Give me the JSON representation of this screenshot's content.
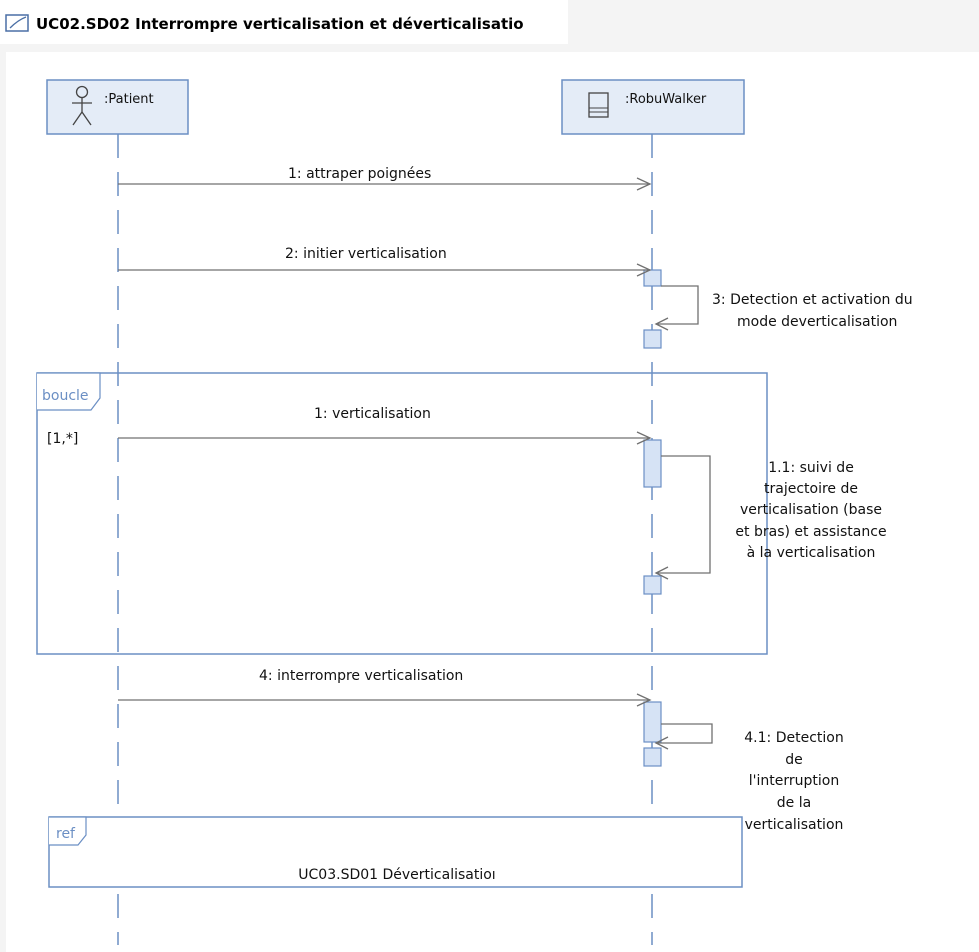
{
  "diagram_title": "UC02.SD02 Interrompre verticalisation et déverticalisatio",
  "lifelines": [
    {
      "name": ":Patient",
      "kind": "actor"
    },
    {
      "name": ":RobuWalker",
      "kind": "object"
    }
  ],
  "messages": {
    "m1": "1: attraper poignées",
    "m2": "2: initier verticalisation",
    "m3_line1": "3: Detection et activation du",
    "m3_line2": "mode deverticalisation",
    "loop_msg": "1: verticalisation",
    "self11_line1": "1.1: suivi de",
    "self11_line2": "trajectoire de",
    "self11_line3": "verticalisation  (base",
    "self11_line4": "et bras) et assistance",
    "self11_line5": "à la verticalisation",
    "m4": "4: interrompre verticalisation",
    "self41_line1": "4.1: Detection",
    "self41_line2": "de",
    "self41_line3": "l'interruption",
    "self41_line4": "de la",
    "self41_line5": "verticalisation"
  },
  "loop_fragment": {
    "operator": "boucle",
    "guard": "[1,*]"
  },
  "ref_fragment": {
    "operator": "ref",
    "target": "UC03.SD01 Déverticalisatioı"
  },
  "colors": {
    "line": "#6b8fc4",
    "box_fill": "#e4ecf7",
    "activation_fill": "#d6e3f5",
    "arrow": "#707070"
  }
}
